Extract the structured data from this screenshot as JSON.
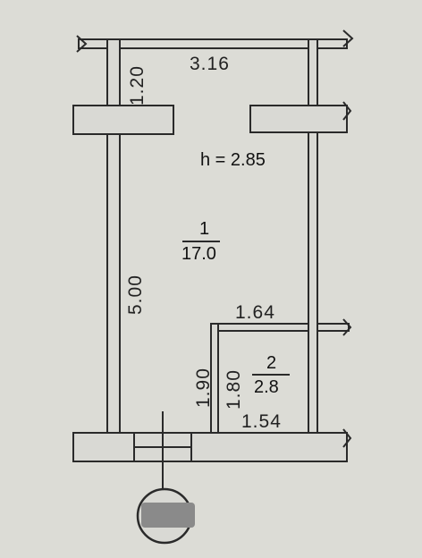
{
  "plan": {
    "ceiling_height": "h = 2.85",
    "rooms": [
      {
        "number": "1",
        "area": "17.0"
      },
      {
        "number": "2",
        "area": "2.8"
      }
    ],
    "dimensions": {
      "top_width": "3.16",
      "top_left_depth": "1.20",
      "left_length": "5.00",
      "room2_top_width": "1.64",
      "room2_left_outer": "1.90",
      "room2_left_inner": "1.80",
      "room2_bottom_width": "1.54"
    },
    "entrance_marker": {
      "icon": "north-arrow-circle-icon",
      "label_redacted": true
    }
  }
}
